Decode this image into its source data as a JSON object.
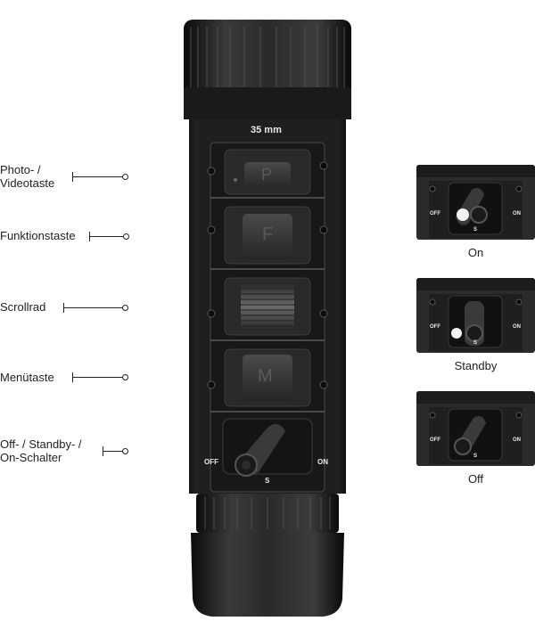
{
  "device": {
    "lens_label": "35 mm",
    "button_p": "P",
    "button_f": "F",
    "button_m": "M",
    "switch_off": "OFF",
    "switch_on": "ON",
    "switch_s": "S"
  },
  "callouts": [
    {
      "line1": "Photo- /",
      "line2": "Videotaste"
    },
    {
      "line1": "Funktionstaste",
      "line2": ""
    },
    {
      "line1": "Scrollrad",
      "line2": ""
    },
    {
      "line1": "Menütaste",
      "line2": ""
    },
    {
      "line1": "Off- / Standby- /",
      "line2": "On-Schalter"
    }
  ],
  "states": [
    {
      "caption": "On",
      "off": "OFF",
      "on": "ON",
      "s": "S"
    },
    {
      "caption": "Standby",
      "off": "OFF",
      "on": "ON",
      "s": "S"
    },
    {
      "caption": "Off",
      "off": "OFF",
      "on": "ON",
      "s": "S"
    }
  ]
}
